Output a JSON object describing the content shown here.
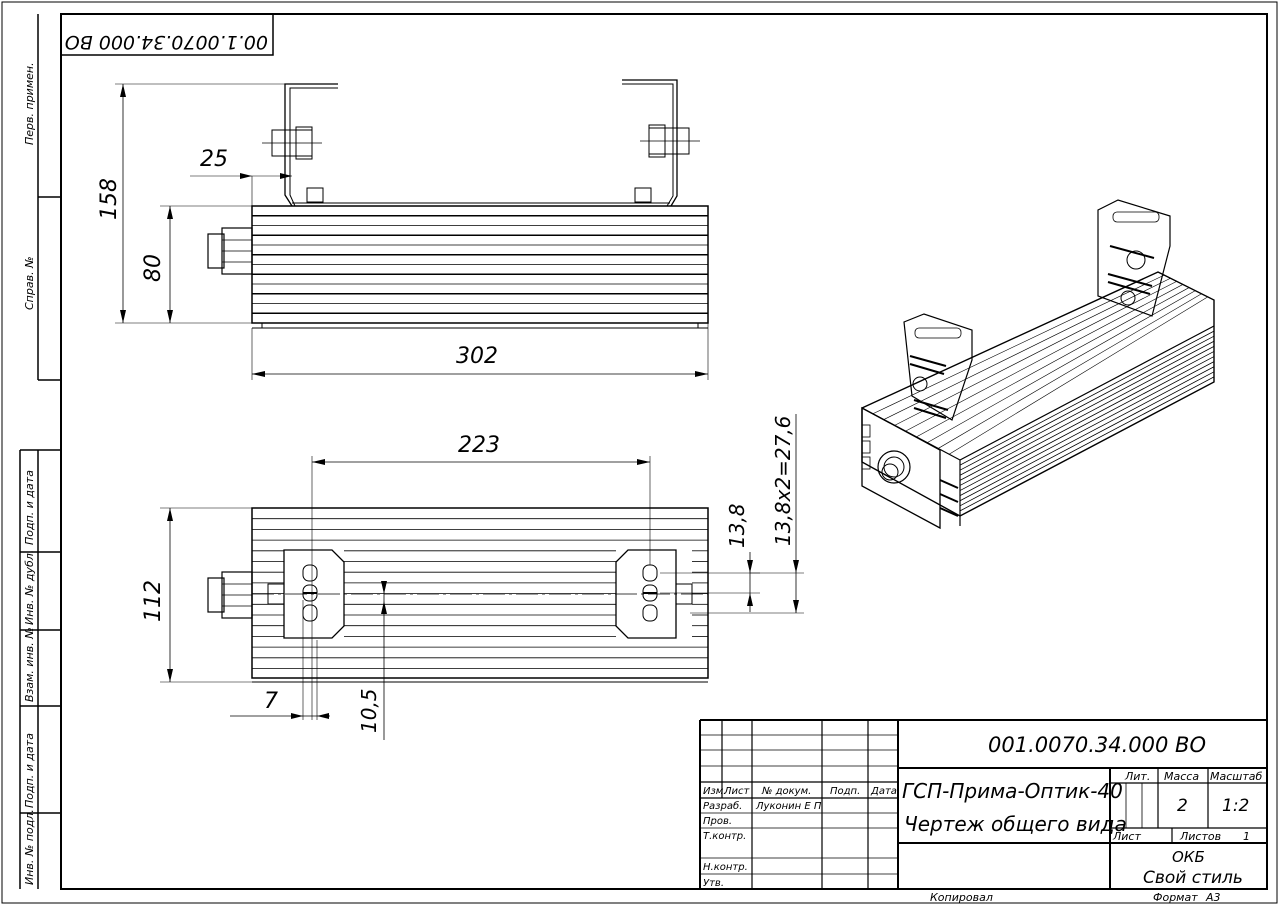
{
  "stamp_top_left": "00.1.0070.34.000 ВО",
  "side_columns": {
    "perv_primen": "Перв. примен.",
    "sprav_no": "Справ. №",
    "podp_data_1": "Подп. и дата",
    "inv_dubl": "Инв. № дубл.",
    "vzam_inv": "Взам. инв. №",
    "podp_data_2": "Подп. и дата",
    "inv_podl": "Инв. № подл."
  },
  "dimensions": {
    "side_view": {
      "height_total": "158",
      "height_body": "80",
      "offset": "25",
      "length": "302"
    },
    "top_view": {
      "spacing": "223",
      "width": "112",
      "slot_pitch": "13,8",
      "slot_total": "13,8х2=27,6",
      "edge": "7",
      "center": "10,5"
    }
  },
  "title_block": {
    "designation": "001.0070.34.000 ВО",
    "name_line1": "ГСП-Прима-Оптик-40",
    "name_line2": "Чертеж общего вида",
    "col_headers": {
      "izm": "Изм.",
      "list": "Лист",
      "dokum": "№ докум.",
      "podp": "Подп.",
      "data": "Дата"
    },
    "rows": [
      {
        "role": "Разраб.",
        "name": "Луконин Е П"
      },
      {
        "role": "Пров.",
        "name": ""
      },
      {
        "role": "Т.контр.",
        "name": ""
      },
      {
        "role": "",
        "name": ""
      },
      {
        "role": "Н.контр.",
        "name": ""
      },
      {
        "role": "Утв.",
        "name": ""
      }
    ],
    "lit_label": "Лит.",
    "massa_label": "Масса",
    "masshtab_label": "Масштаб",
    "massa_value": "2",
    "masshtab_value": "1:2",
    "list_label": "Лист",
    "listov_label": "Листов",
    "listov_value": "1",
    "org_line1": "ОКБ",
    "org_line2": "Свой стиль"
  },
  "footer": {
    "kopiroval": "Копировал",
    "format_label": "Формат",
    "format_value": "А3"
  }
}
